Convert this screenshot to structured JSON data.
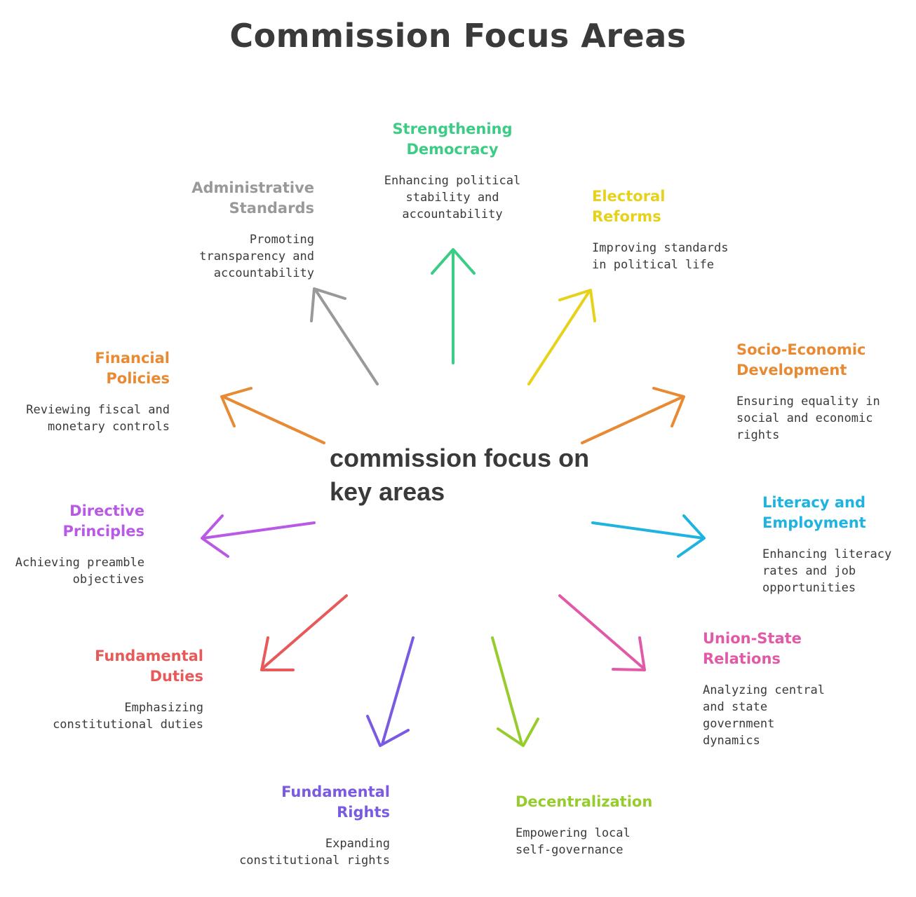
{
  "title": "Commission Focus Areas",
  "center": {
    "line1": "commission focus on",
    "line2": "key areas"
  },
  "colors": {
    "strengthening_democracy": "#3dcc85",
    "electoral_reforms": "#e6d21a",
    "socio_economic": "#e88a33",
    "literacy": "#1fb3e0",
    "union_state": "#e05aa8",
    "decentralization": "#97cc2e",
    "fundamental_rights": "#7a5ae0",
    "fundamental_duties": "#e65a5a",
    "directive_principles": "#b85ae6",
    "financial_policies": "#e88a33",
    "administrative_standards": "#999999"
  },
  "nodes": {
    "strengthening_democracy": {
      "head1": "Strengthening",
      "head2": "Democracy",
      "desc1": "Enhancing political",
      "desc2": "stability and",
      "desc3": "accountability"
    },
    "electoral_reforms": {
      "head1": "Electoral",
      "head2": "Reforms",
      "desc1": "Improving standards",
      "desc2": "in political life"
    },
    "socio_economic": {
      "head1": "Socio-Economic",
      "head2": "Development",
      "desc1": "Ensuring equality in",
      "desc2": "social and economic",
      "desc3": "rights"
    },
    "literacy": {
      "head1": "Literacy and",
      "head2": "Employment",
      "desc1": "Enhancing literacy",
      "desc2": "rates and job",
      "desc3": "opportunities"
    },
    "union_state": {
      "head1": "Union-State",
      "head2": "Relations",
      "desc1": "Analyzing central",
      "desc2": "and state",
      "desc3": "government",
      "desc4": "dynamics"
    },
    "decentralization": {
      "head1": "Decentralization",
      "desc1": "Empowering local",
      "desc2": "self-governance"
    },
    "fundamental_rights": {
      "head1": "Fundamental",
      "head2": "Rights",
      "desc1": "Expanding",
      "desc2": "constitutional rights"
    },
    "fundamental_duties": {
      "head1": "Fundamental",
      "head2": "Duties",
      "desc1": "Emphasizing",
      "desc2": "constitutional duties"
    },
    "directive_principles": {
      "head1": "Directive",
      "head2": "Principles",
      "desc1": "Achieving preamble",
      "desc2": "objectives"
    },
    "financial_policies": {
      "head1": "Financial",
      "head2": "Policies",
      "desc1": "Reviewing fiscal and",
      "desc2": "monetary controls"
    },
    "administrative_standards": {
      "head1": "Administrative",
      "head2": "Standards",
      "desc1": "Promoting",
      "desc2": "transparency and",
      "desc3": "accountability"
    }
  }
}
